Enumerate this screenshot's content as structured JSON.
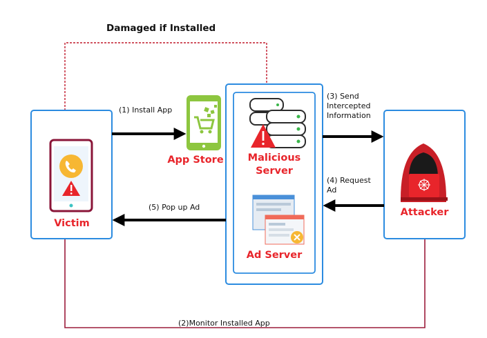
{
  "title": "Damaged if Installed",
  "nodes": {
    "victim": "Victim",
    "app_store": "App Store",
    "malicious_server_line1": "Malicious",
    "malicious_server_line2": "Server",
    "ad_server": "Ad Server",
    "attacker": "Attacker"
  },
  "edges": {
    "install_app": "(1) Install App",
    "monitor": "(2)Monitor Installed App",
    "send_line1": "(3) Send",
    "send_line2": "Intercepted",
    "send_line3": "Information",
    "request_line1": "(4) Request",
    "request_line2": "Ad",
    "popup": "(5) Pop up Ad"
  },
  "colors": {
    "box_border": "#2b8be0",
    "dashed_line": "#c0182a",
    "monitor_line": "#9b1b3a",
    "label_red": "#e8252b",
    "app_store_green": "#8dc63f"
  },
  "icons": [
    "phone-alert-icon",
    "shopping-phone-icon",
    "server-alert-icon",
    "ad-window-icon",
    "hacker-icon"
  ]
}
